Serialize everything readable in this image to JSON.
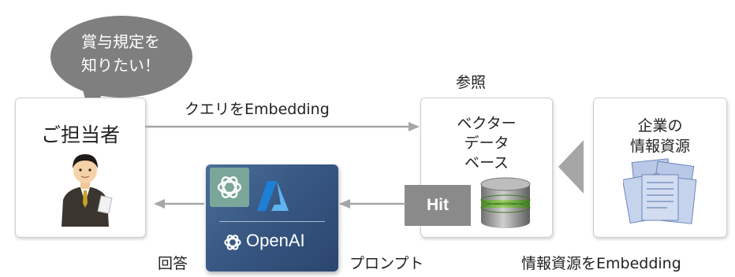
{
  "bubble": {
    "line1": "賞与規定を",
    "line2": "知りたい！"
  },
  "person_box": {
    "title": "ご担当者"
  },
  "vector_db": {
    "line1": "ベクター",
    "line2": "データ",
    "line3": "ベース"
  },
  "company_box": {
    "line1": "企業の",
    "line2": "情報資源"
  },
  "openai_card": {
    "brand": "OpenAI"
  },
  "labels": {
    "query": "クエリをEmbedding",
    "reference": "参照",
    "hit": "Hit",
    "answer": "回答",
    "prompt": "プロンプト",
    "embed_resources": "情報資源をEmbedding"
  },
  "colors": {
    "bubble": "#7f7f7f",
    "arrow": "#a6a6a6",
    "openai_card": "#3f6390",
    "azure_blue": "#1e7fd6",
    "db_green": "#6fa844"
  },
  "icons": [
    "person-icon",
    "database-icon",
    "documents-icon",
    "openai-logo-icon",
    "azure-logo-icon"
  ]
}
